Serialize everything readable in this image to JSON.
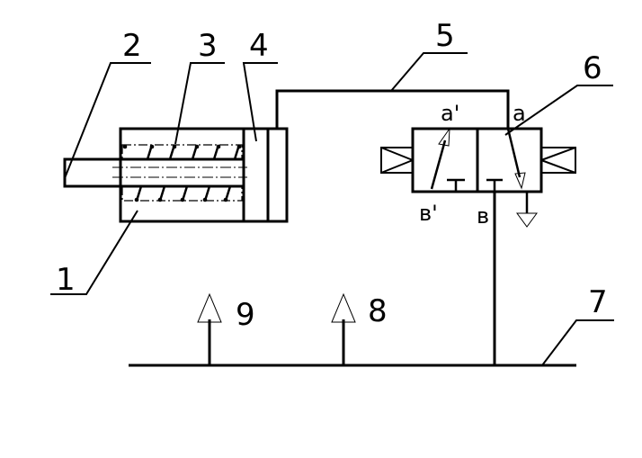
{
  "labels": {
    "part1": "1",
    "part2": "2",
    "part3": "3",
    "part4": "4",
    "part5": "5",
    "part6": "6",
    "part7": "7",
    "part8": "8",
    "part9": "9"
  },
  "ports": {
    "a_prime": "a'",
    "a": "a",
    "b_prime": "в'",
    "b": "в"
  },
  "colors": {
    "line": "#000000",
    "background": "#ffffff"
  }
}
